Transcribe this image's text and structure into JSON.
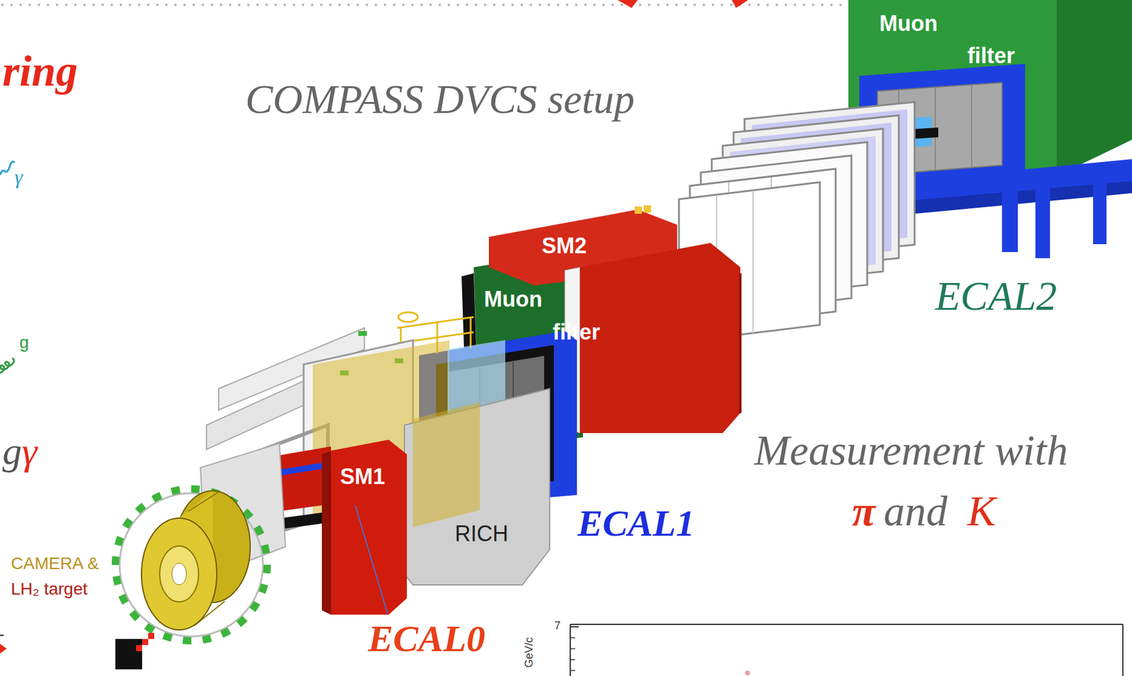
{
  "diagram": {
    "title": "COMPASS DVCS setup",
    "nodes": [
      {
        "text": [
          "Muon filter"
        ]
      },
      {
        "text": [
          "SM2"
        ]
      },
      {
        "text": [
          "SM1"
        ]
      },
      {
        "text": [
          "RICH"
        ]
      }
    ],
    "labels": [
      "ring",
      "γ",
      "g",
      "g",
      "γ",
      "Muon filter",
      "ECAL2",
      "ECAL1",
      "Measurement with",
      "π",
      "and",
      "K",
      "CAMERA &",
      "LH₂ target",
      "ECAL0",
      "7",
      "GeV/c"
    ]
  }
}
